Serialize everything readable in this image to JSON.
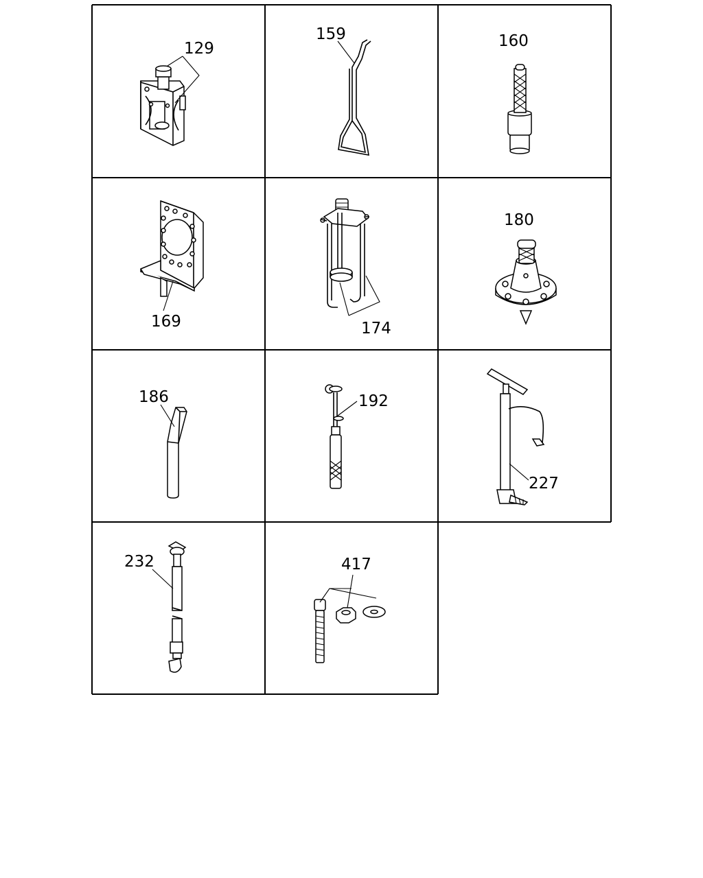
{
  "cells": [
    {
      "label": "129"
    },
    {
      "label": "159"
    },
    {
      "label": "160"
    },
    {
      "label": "169"
    },
    {
      "label": "174"
    },
    {
      "label": "180"
    },
    {
      "label": "186"
    },
    {
      "label": "192"
    },
    {
      "label": "227"
    },
    {
      "label": "232"
    },
    {
      "label": "417"
    }
  ]
}
